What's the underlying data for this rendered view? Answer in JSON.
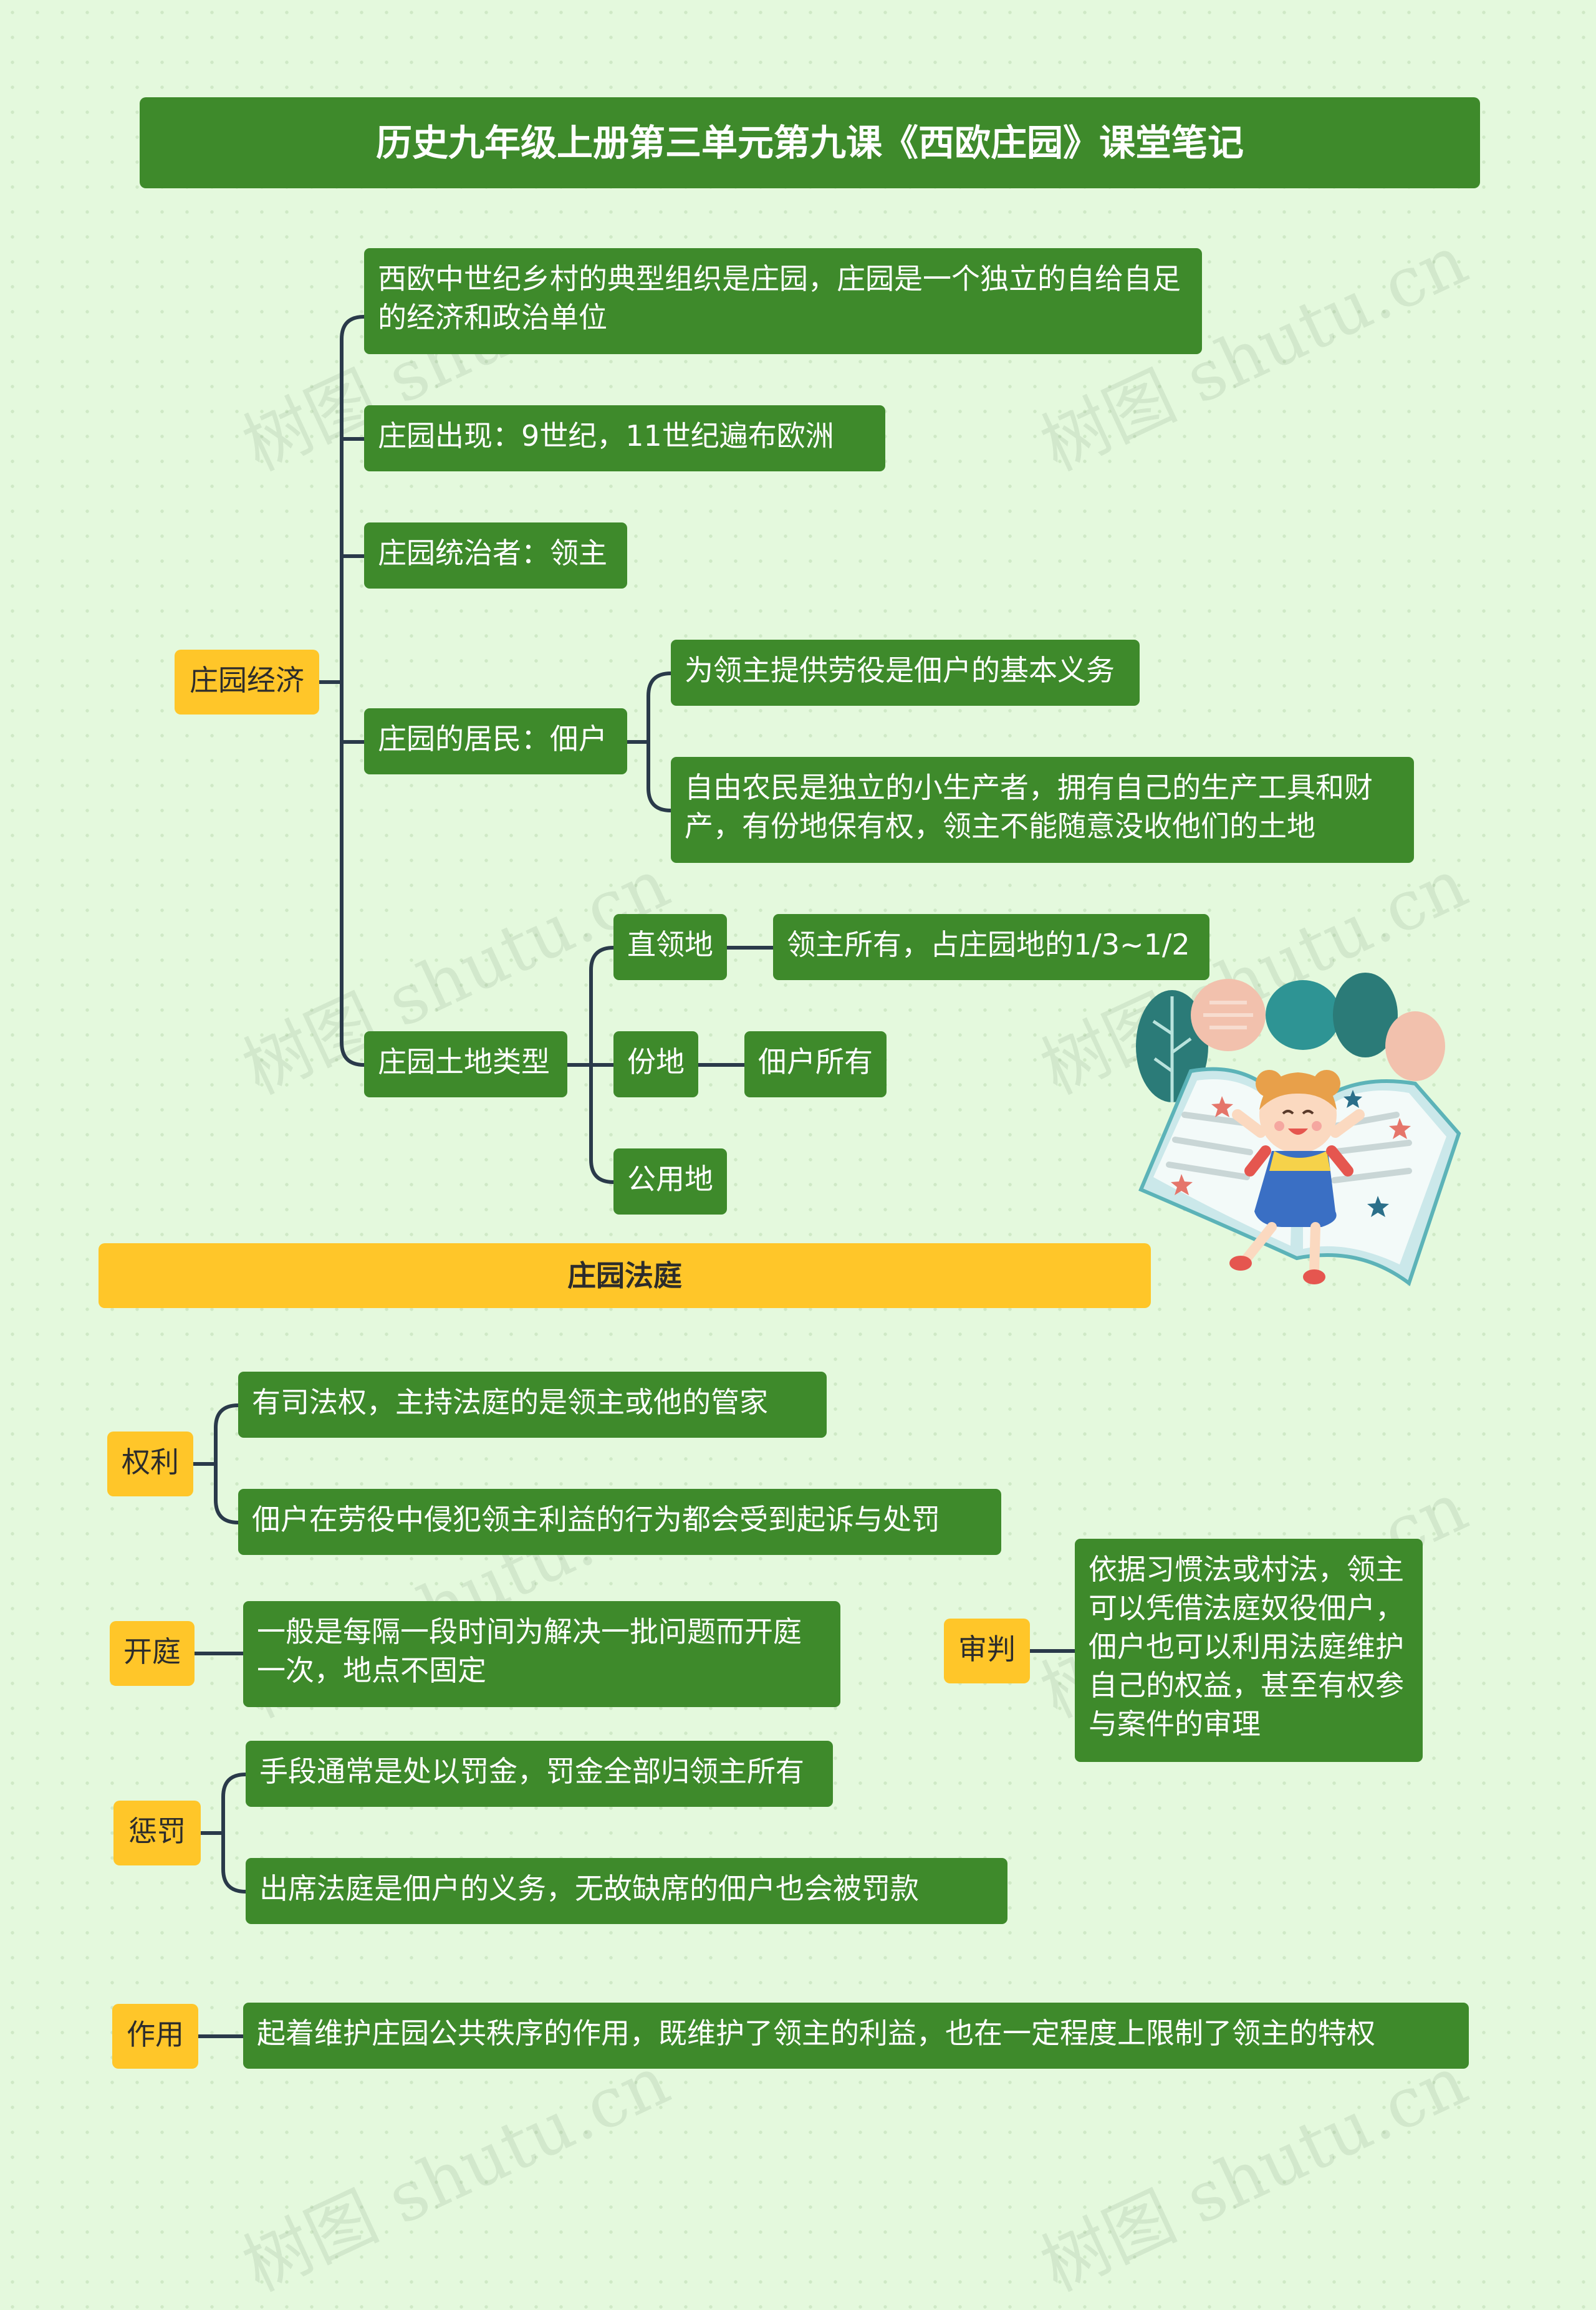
{
  "title": "历史九年级上册第三单元第九课《西欧庄园》课堂笔记",
  "watermark": "树图 shutu.cn",
  "colors": {
    "background": "#e4f9dd",
    "green_node": "#3e8a2b",
    "yellow_node": "#ffc629",
    "connector": "#2a3a4a"
  },
  "economy": {
    "label": "庄园经济",
    "children": [
      "西欧中世纪乡村的典型组织是庄园，庄园是一个独立的自给自足的经济和政治单位",
      "庄园出现：9世纪，11世纪遍布欧洲",
      "庄园统治者：领主"
    ],
    "residents": {
      "label": "庄园的居民：佃户",
      "children": [
        "为领主提供劳役是佃户的基本义务",
        "自由农民是独立的小生产者，拥有自己的生产工具和财产，有份地保有权，领主不能随意没收他们的土地"
      ]
    },
    "land": {
      "label": "庄园土地类型",
      "types": [
        {
          "label": "直领地",
          "detail": "领主所有，占庄园地的1/3~1/2"
        },
        {
          "label": "份地",
          "detail": "佃户所有"
        },
        {
          "label": "公用地",
          "detail": ""
        }
      ]
    }
  },
  "court": {
    "section_title": "庄园法庭",
    "rights": {
      "label": "权利",
      "children": [
        "有司法权，主持法庭的是领主或他的管家",
        "佃户在劳役中侵犯领主利益的行为都会受到起诉与处罚"
      ]
    },
    "session": {
      "label": "开庭",
      "children": [
        "一般是每隔一段时间为解决一批问题而开庭一次，地点不固定"
      ]
    },
    "trial": {
      "label": "审判",
      "children": [
        "依据习惯法或村法，领主可以凭借法庭奴役佃户，佃户也可以利用法庭维护自己的权益，甚至有权参与案件的审理"
      ]
    },
    "punishment": {
      "label": "惩罚",
      "children": [
        "手段通常是处以罚金，罚金全部归领主所有",
        "出席法庭是佃户的义务，无故缺席的佃户也会被罚款"
      ]
    },
    "role": {
      "label": "作用",
      "children": [
        "起着维护庄园公共秩序的作用，既维护了领主的利益，也在一定程度上限制了领主的特权"
      ]
    }
  }
}
